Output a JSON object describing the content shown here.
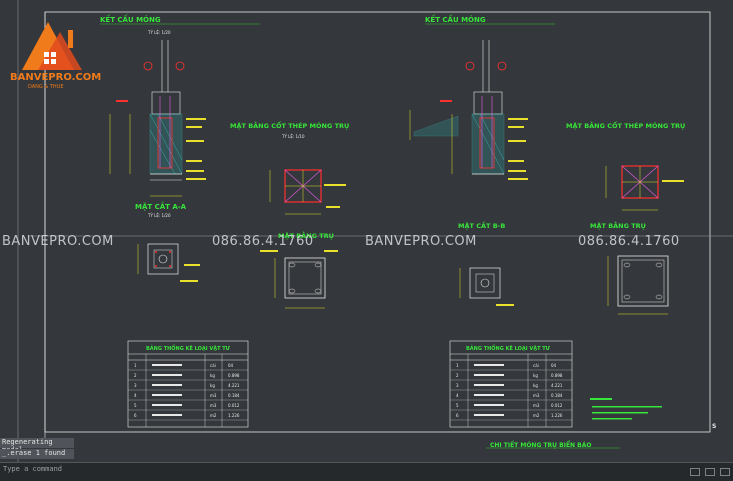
{
  "watermarks": {
    "brand": "BANVEPRO.COM",
    "phone": "086.86.4.1760",
    "logo_text": "BANVEPRO.COM",
    "logo_sub": "DANG & THUE"
  },
  "drawing": {
    "left_group": {
      "section_title": "KẾT CẤU MÓNG",
      "section_scale": "TỶ LỆ: 1/20",
      "plan_title": "MẶT BẰNG CỐT THÉP MÓNG TRỤ",
      "plan_scale": "TỶ LỆ: 1/10",
      "cut_title": "MẶT CẮT A-A",
      "cut_scale": "TỶ LỆ: 1/20",
      "bottom_plan_title": "MẶT BẰNG TRỤ",
      "table_title": "BẢNG THỐNG KÊ LOẠI VẬT TƯ"
    },
    "right_group": {
      "section_title": "KẾT CẤU MÓNG",
      "plan_title": "MẶT BẰNG CỐT THÉP MÓNG TRỤ",
      "cut_title": "MẶT CẮT B-B",
      "bottom_plan_title": "MẶT BẰNG TRỤ",
      "table_title": "BẢNG THỐNG KÊ LOẠI VẬT TƯ"
    },
    "footer_title": "CHI TIẾT MÓNG TRỤ BIỂN BÁO"
  },
  "table_rows": [
    {
      "stt": "1",
      "unit": "cái",
      "qty": "04"
    },
    {
      "stt": "2",
      "unit": "kg",
      "qty": "0.898"
    },
    {
      "stt": "3",
      "unit": "kg",
      "qty": "4.221"
    },
    {
      "stt": "4",
      "unit": "m3",
      "qty": "0.184"
    },
    {
      "stt": "5",
      "unit": "m3",
      "qty": "0.012"
    },
    {
      "stt": "6",
      "unit": "m2",
      "qty": "1.226"
    }
  ],
  "command": {
    "history": [
      "Regenerating model.",
      "_.erase 1 found"
    ],
    "prompt": "Type a command"
  },
  "colors": {
    "green": "#37e63a",
    "cyan": "#3ee0e0",
    "white": "#e8e8e8",
    "red": "#ff3030",
    "yellow": "#e8e02a",
    "magenta": "#e85de8"
  }
}
